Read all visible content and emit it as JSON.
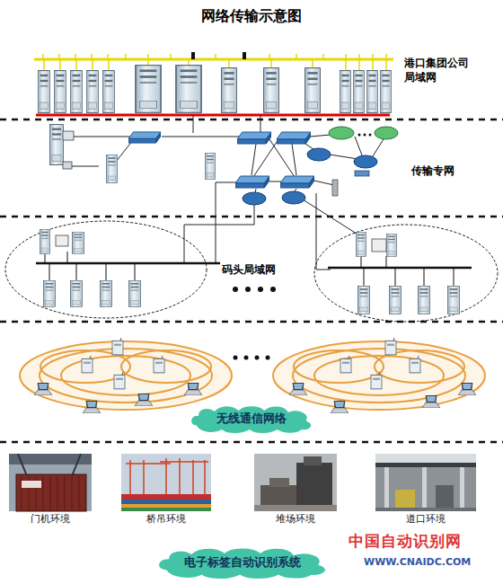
{
  "diagram": {
    "title": "网络传输示意图",
    "nodes": [
      {
        "text": [
          "无线通信网络"
        ]
      },
      {
        "text": [
          "门机环境"
        ]
      },
      {
        "text": [
          "桥吊环境"
        ]
      },
      {
        "text": [
          "堆场环境"
        ]
      },
      {
        "text": [
          "道口环境"
        ]
      },
      {
        "text": [
          "电子标签自动识别系统"
        ]
      }
    ],
    "labels": [
      "港口集团公司 局域网",
      "传输专网",
      "码头局域网",
      "中国自动识别网",
      "WWW.CNAIDC.COM"
    ]
  }
}
